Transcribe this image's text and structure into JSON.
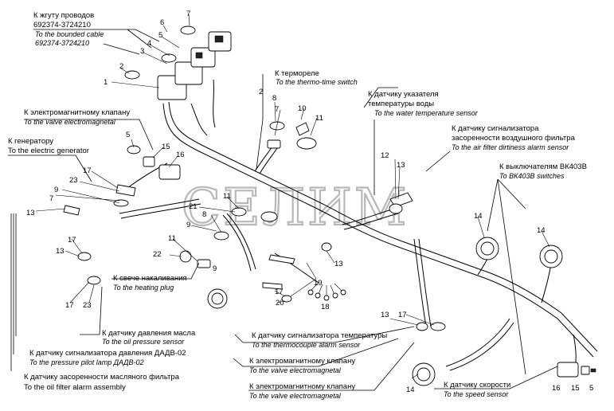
{
  "watermark": "СЕЛИМ",
  "labels": {
    "harness_ru": "К жгуту проводов",
    "harness_num_1": "692374-3724210",
    "harness_en": "To the bounded cable",
    "harness_num_2": "692374-3724210",
    "thermorelay_ru": "К термореле",
    "thermorelay_en": "To the thermo-time switch",
    "water_temp_ru_1": "К датчику указателя",
    "water_temp_ru_2": "температуры воды",
    "water_temp_en": "To the water temperature sensor",
    "valve1_ru": "К электромагнитному клапану",
    "valve1_en": "To the valve electromagnetal",
    "air_filter_ru_1": "К датчику сигнализатора",
    "air_filter_ru_2": "засоренности воздушного фильтра",
    "air_filter_en": "To the air filter dirtiness alarm sensor",
    "generator_ru": "К генератору",
    "generator_en": "To the electric generator",
    "switches_ru": "К выключателям ВК403В",
    "switches_en": "To ВК403В switches",
    "glow_plug_ru": "К свече накаливания",
    "glow_plug_en": "To the heating plug",
    "oil_pressure_ru": "К датчику давления масла",
    "oil_pressure_en": "To the oil pressure sensor",
    "thermocouple_ru": "К датчику сигнализатора температуры",
    "thermocouple_en": "To the thermocouple alarm sensor",
    "pilot_lamp_ru": "К датчику сигнализатора давления ДАДВ-02",
    "pilot_lamp_en": "To the pressure pilot lamp ДАДВ-02",
    "valve2_ru": "К электромагнитному клапану",
    "valve2_en": "To the valve electromagnetal",
    "oil_filter_ru": "К датчику засоренности масляного фильтра",
    "oil_filter_en": "To the oil filter alarm assembly",
    "valve3_ru": "К электромагнитному клапану",
    "valve3_en": "To the valve electromagnetal",
    "speed_ru": "К датчику скорости",
    "speed_en": "To the speed sensor"
  },
  "part_numbers": [
    "7",
    "6",
    "5",
    "4",
    "3",
    "2",
    "1",
    "2",
    "8",
    "7",
    "10",
    "11",
    "5",
    "15",
    "16",
    "12",
    "13",
    "17",
    "23",
    "9",
    "7",
    "21",
    "11",
    "8",
    "9",
    "14",
    "14",
    "13",
    "17",
    "13",
    "11",
    "22",
    "9",
    "18",
    "19",
    "17",
    "20",
    "17",
    "23",
    "13",
    "17",
    "14",
    "16",
    "15",
    "5",
    "13"
  ]
}
